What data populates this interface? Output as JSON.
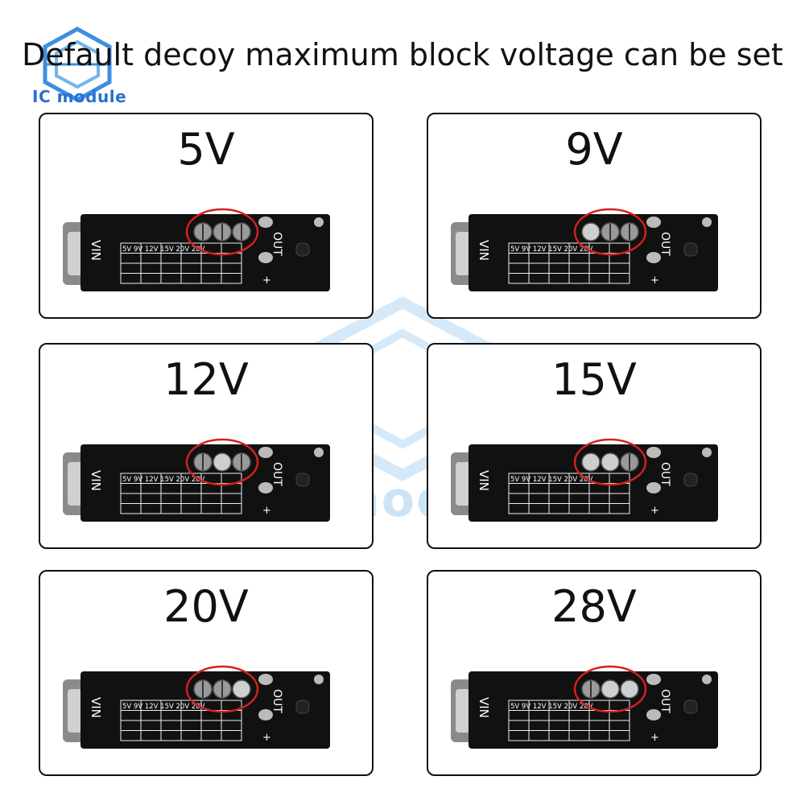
{
  "headline": "Default decoy maximum block voltage can be set",
  "brand": {
    "logo_text": "IC module",
    "watermark_text": "IC module"
  },
  "colors": {
    "highlight_circle": "#d62020",
    "board": "#111111",
    "brand_blue": "#2a6fd1"
  },
  "board_text": {
    "vin": "VIN",
    "out": "OUT",
    "plus": "+",
    "table_header": "5V 9V 12V 15V 20V 28V"
  },
  "panels": [
    {
      "label": "5V",
      "bridged_pads": []
    },
    {
      "label": "9V",
      "bridged_pads": [
        1
      ]
    },
    {
      "label": "12V",
      "bridged_pads": [
        2
      ]
    },
    {
      "label": "15V",
      "bridged_pads": [
        1,
        2
      ]
    },
    {
      "label": "20V",
      "bridged_pads": [
        3
      ]
    },
    {
      "label": "28V",
      "bridged_pads": [
        2,
        3
      ]
    }
  ]
}
